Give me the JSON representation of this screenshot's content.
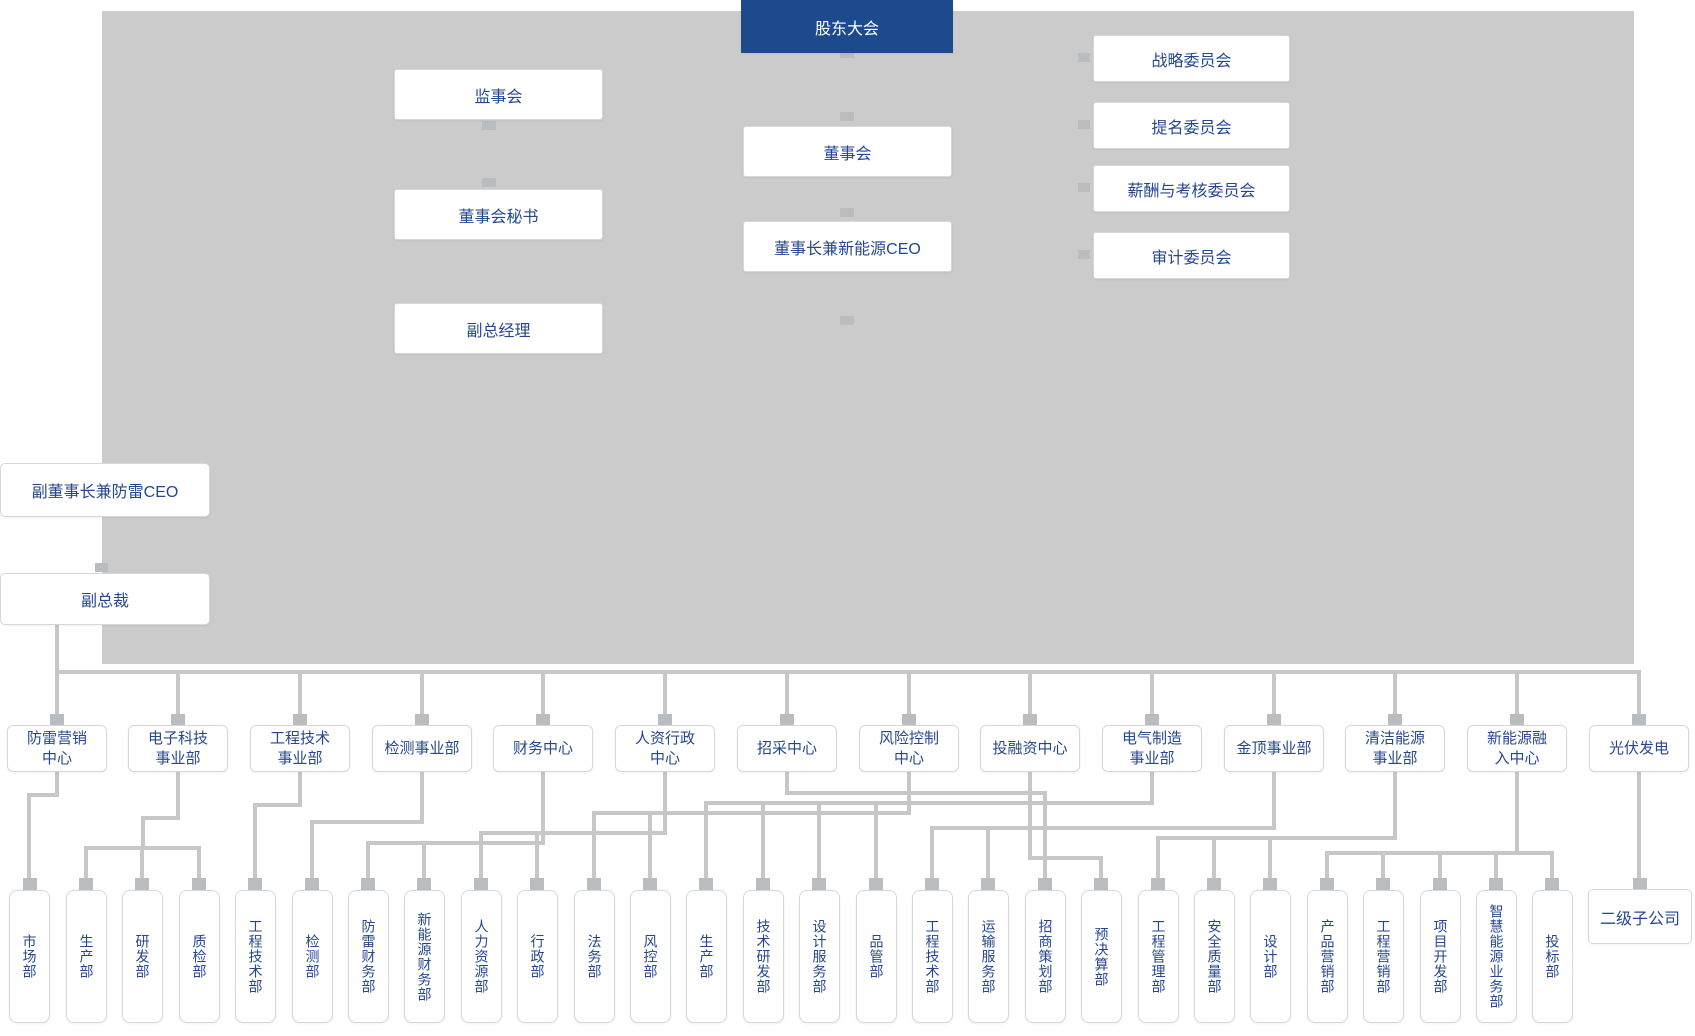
{
  "colors": {
    "navy": "#1d4a8d",
    "text-navy": "#26478f",
    "panel": "#cbcbcb",
    "line": "#c7c7c7",
    "nub": "#b9bdbf"
  },
  "top": {
    "shareholders_meeting": "股东大会",
    "supervisory_board": "监事会",
    "board_of_directors": "董事会",
    "board_secretary": "董事会秘书",
    "chairman_new_energy_ceo": "董事长兼新能源CEO",
    "deputy_general_manager": "副总经理",
    "vice_chairman_lightning_ceo": "副董事长兼防雷CEO",
    "vice_president": "副总裁",
    "committees": [
      "战略委员会",
      "提名委员会",
      "薪酬与考核委员会",
      "审计委员会"
    ]
  },
  "middle_row": [
    "防雷营销\n中心",
    "电子科技\n事业部",
    "工程技术\n事业部",
    "检测事业部",
    "财务中心",
    "人资行政\n中心",
    "招采中心",
    "风险控制\n中心",
    "投融资中心",
    "电气制造\n事业部",
    "金顶事业部",
    "清洁能源\n事业部",
    "新能源融\n入中心",
    "光伏发电"
  ],
  "bottom_row": [
    "市场部",
    "生产部",
    "研发部",
    "质检部",
    "工程技术部",
    "检测部",
    "防雷财务部",
    "新能源财务部",
    "人力资源部",
    "行政部",
    "法务部",
    "风控部",
    "生产部",
    "技术研发部",
    "设计服务部",
    "品管部",
    "工程技术部",
    "运输服务部",
    "招商策划部",
    "预决算部",
    "工程管理部",
    "安全质量部",
    "设计部",
    "产品营销部",
    "工程营销部",
    "项目开发部",
    "智慧能源业务部",
    "投标部"
  ],
  "subsidiary": "二级子公司"
}
